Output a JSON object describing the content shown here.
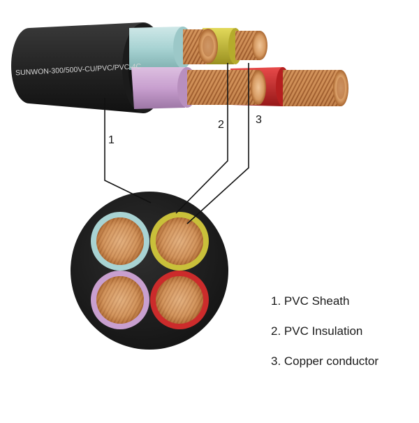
{
  "cable": {
    "print_text": "SUNWON-300/500V-CU/PVC/PVC-4C"
  },
  "callouts": [
    {
      "number": "1"
    },
    {
      "number": "2"
    },
    {
      "number": "3"
    }
  ],
  "legend": {
    "items": [
      {
        "text": "1. PVC Sheath"
      },
      {
        "text": "2. PVC Insulation"
      },
      {
        "text": "3. Copper conductor"
      }
    ]
  },
  "colors": {
    "sheath": "#262626",
    "core_blue": "#a8d3d3",
    "core_yellow": "#c9c03a",
    "core_purple": "#c89fcf",
    "core_red": "#cc2b2b",
    "copper": "#c98850",
    "copper_dark": "#9a5a2c"
  }
}
